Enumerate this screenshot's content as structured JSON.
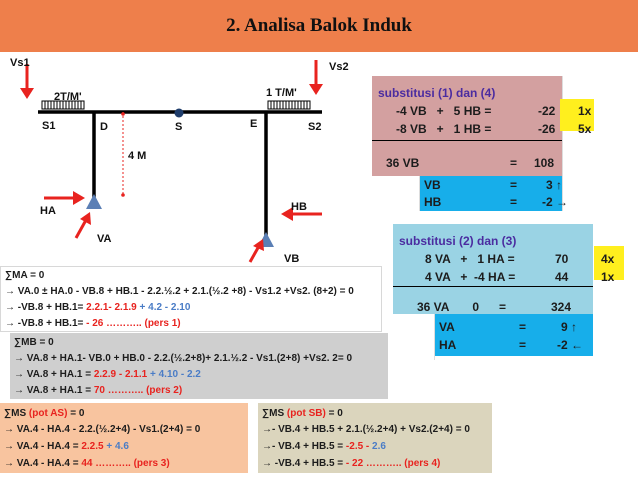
{
  "title": "2.  Analisa Balok Induk",
  "beam": {
    "vs1": "Vs1",
    "vs2": "Vs2",
    "load_left": "2T/M'",
    "load_right": "1 T/M'",
    "s1": "S1",
    "d": "D",
    "s": "S",
    "e": "E",
    "s2": "S2",
    "height": "4 M",
    "ha": "HA",
    "va": "VA",
    "hb": "HB",
    "vb": "VB"
  },
  "sub1": {
    "heading": "substitusi (1) dan (4)",
    "r1": "-4 VB   +   5 HB =",
    "r1_val": "-22",
    "r1_mult": "1x",
    "r2": "-8 VB   +   1 HB =",
    "r2_val": "-26",
    "r2_mult": "5x",
    "r3": "36 VB",
    "r3_eq": "=",
    "r3_val": "108",
    "vb_lbl": "VB",
    "vb_eq": "=",
    "vb_val": "3 ↑",
    "hb_lbl": "HB",
    "hb_eq": "=",
    "hb_val": "-2 →"
  },
  "sub2": {
    "heading": "substitusi (2) dan (3)",
    "r1": "8 VA   +   1 HA =",
    "r1_val": "70",
    "r1_mult": "4x",
    "r2": "4 VA   +  -4 HA =",
    "r2_val": "44",
    "r2_mult": "1x",
    "r3": "36 VA       0      =",
    "r3_val": "324",
    "va_lbl": "VA",
    "va_eq": "=",
    "va_val": "9 ↑",
    "ha_lbl": "HA",
    "ha_eq": "=",
    "ha_val": "-2 ←"
  },
  "ma": {
    "l1": "∑MA = 0",
    "l2": "→ VA.0  ± HA.0 - VB.8 + HB.1 - 2.2.½.2 + 2.1.(½.2 +8) - Vs1.2 +Vs2. (8+2) = 0",
    "l3a": "→ -VB.8 + HB.1= ",
    "l3b": "2.2.1- 2.1.9",
    "l3c": " + 4.2 - 2.10",
    "l4a": "→ -VB.8 + HB.1= ",
    "l4b": "- 26 ……….. (pers 1)"
  },
  "mb": {
    "l1": "∑MB = 0",
    "l2": "→ VA.8  + HA.1- VB.0 + HB.0 - 2.2.(½.2+8)+ 2.1.½.2  - Vs1.(2+8)  +Vs2. 2= 0",
    "l3a": "→ VA.8 + HA.1 = ",
    "l3b": "2.2.9 - 2.1.1",
    "l3c": " + 4.10 - 2.2",
    "l4a": "→ VA.8 + HA.1 = ",
    "l4b": "70  ……….. (pers 2)"
  },
  "ms1": {
    "l1a": "∑MS ",
    "l1b": "(pot AS)",
    "l1c": " = 0",
    "l2": "→ VA.4 - HA.4 - 2.2.(½.2+4) - Vs1.(2+4) = 0",
    "l3a": "→ VA.4 - HA.4 = ",
    "l3b": "2.2.5",
    "l3c": " + 4.6",
    "l4a": "→ VA.4 - HA.4 = ",
    "l4b": "44  ……….. (pers 3)"
  },
  "ms2": {
    "l1a": "∑MS ",
    "l1b": "(pot SB)",
    "l1c": " = 0",
    "l2": "→- VB.4 + HB.5 + 2.1.(½.2+4) + Vs2.(2+4) = 0",
    "l3a": "→- VB.4 + HB.5 = ",
    "l3b": "-2.5 -",
    "l3c": "  2.6",
    "l4a": "→ -VB.4 + HB.5 = ",
    "l4b": "- 22  ……….. (pers 4)"
  }
}
